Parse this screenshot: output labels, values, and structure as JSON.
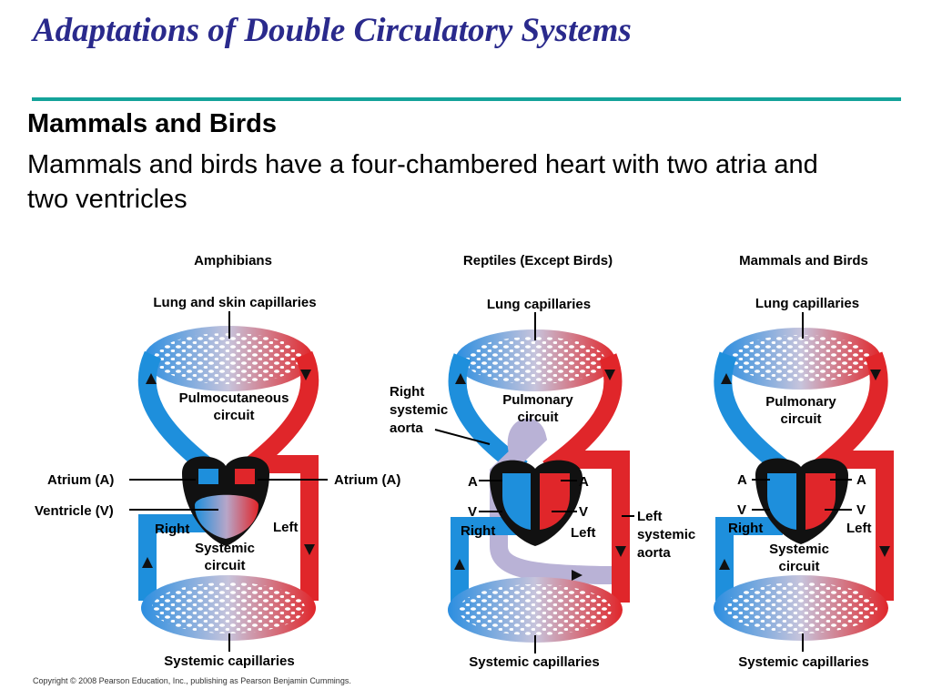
{
  "slide": {
    "title": "Adaptations of Double Circulatory Systems",
    "subheading": "Mammals and Birds",
    "body": "Mammals and birds have a four-chambered heart with two atria and two ventricles",
    "copyright": "Copyright © 2008 Pearson Education, Inc., publishing as Pearson Benjamin Cummings."
  },
  "colors": {
    "title": "#2a2a8c",
    "rule": "#14a39a",
    "oxygen_poor": "#1e8fdc",
    "oxygen_rich": "#e0262a",
    "reptile_aorta": "#b9b2d6"
  },
  "figure": {
    "amphibians": {
      "header": "Amphibians",
      "capillaries_top": "Lung and skin capillaries",
      "circuit_top_1": "Pulmocutaneous",
      "circuit_top_2": "circuit",
      "atrium_left": "Atrium (A)",
      "atrium_right": "Atrium (A)",
      "ventricle": "Ventricle (V)",
      "right": "Right",
      "left": "Left",
      "circuit_bottom_1": "Systemic",
      "circuit_bottom_2": "circuit",
      "capillaries_bottom": "Systemic capillaries"
    },
    "reptiles": {
      "header": "Reptiles (Except Birds)",
      "capillaries_top": "Lung capillaries",
      "circuit_top_1": "Pulmonary",
      "circuit_top_2": "circuit",
      "right_aorta_1": "Right",
      "right_aorta_2": "systemic",
      "right_aorta_3": "aorta",
      "a_left": "A",
      "a_right": "A",
      "v_left": "V",
      "v_right": "V",
      "right": "Right",
      "left": "Left",
      "left_aorta_1": "Left",
      "left_aorta_2": "systemic",
      "left_aorta_3": "aorta",
      "capillaries_bottom": "Systemic capillaries"
    },
    "mammals": {
      "header": "Mammals and Birds",
      "capillaries_top": "Lung capillaries",
      "circuit_top_1": "Pulmonary",
      "circuit_top_2": "circuit",
      "a_left": "A",
      "a_right": "A",
      "v_left": "V",
      "v_right": "V",
      "right": "Right",
      "left": "Left",
      "circuit_bottom_1": "Systemic",
      "circuit_bottom_2": "circuit",
      "capillaries_bottom": "Systemic capillaries"
    }
  }
}
